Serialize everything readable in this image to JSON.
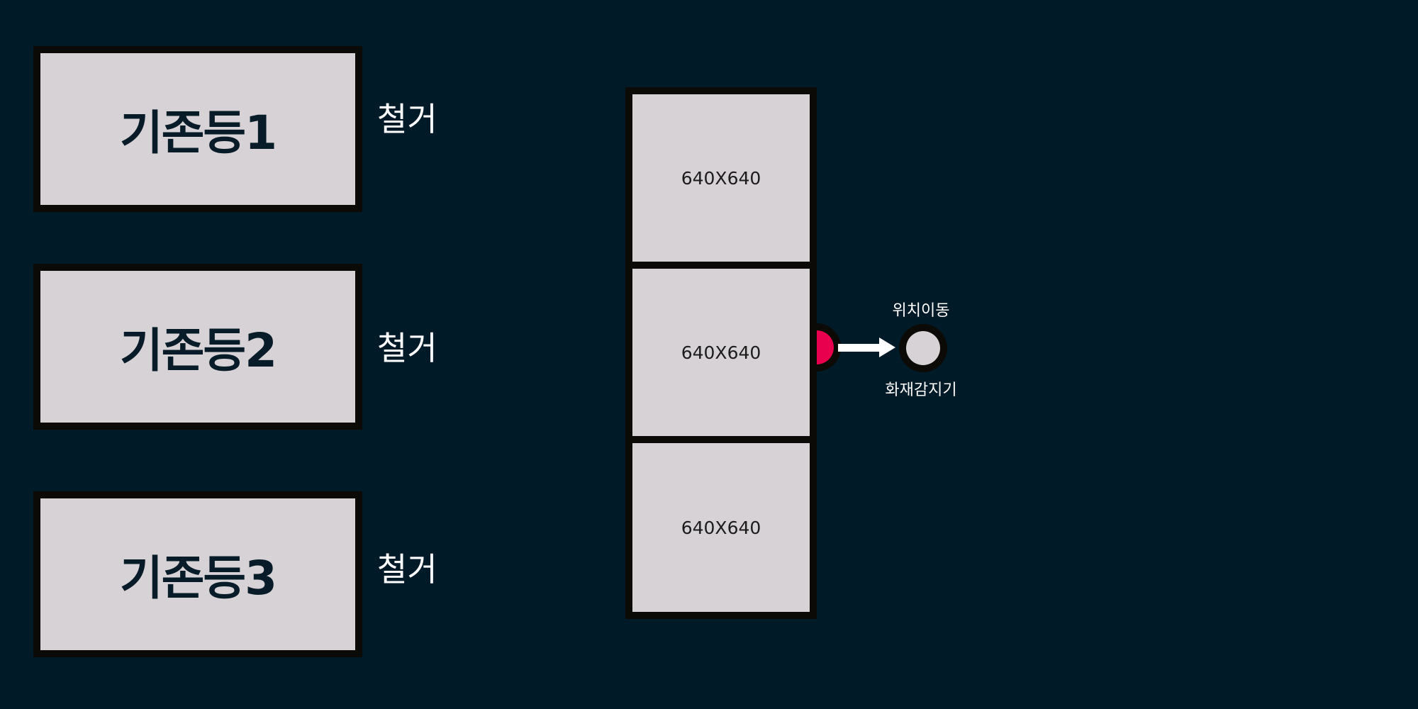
{
  "existing_lights": [
    {
      "label": "기존등1",
      "action": "철거"
    },
    {
      "label": "기존등2",
      "action": "철거"
    },
    {
      "label": "기존등3",
      "action": "철거"
    }
  ],
  "new_fixture": {
    "panels": [
      {
        "label": "640X640"
      },
      {
        "label": "640X640"
      },
      {
        "label": "640X640"
      }
    ]
  },
  "fire_detector": {
    "top_label": "위치이동",
    "bottom_label": "화재감지기"
  },
  "colors": {
    "background": "#011a27",
    "panel_fill": "#d7d2d5",
    "frame": "#0b0a07",
    "detector_old": "#e8004f",
    "arrow": "#ffffff"
  }
}
